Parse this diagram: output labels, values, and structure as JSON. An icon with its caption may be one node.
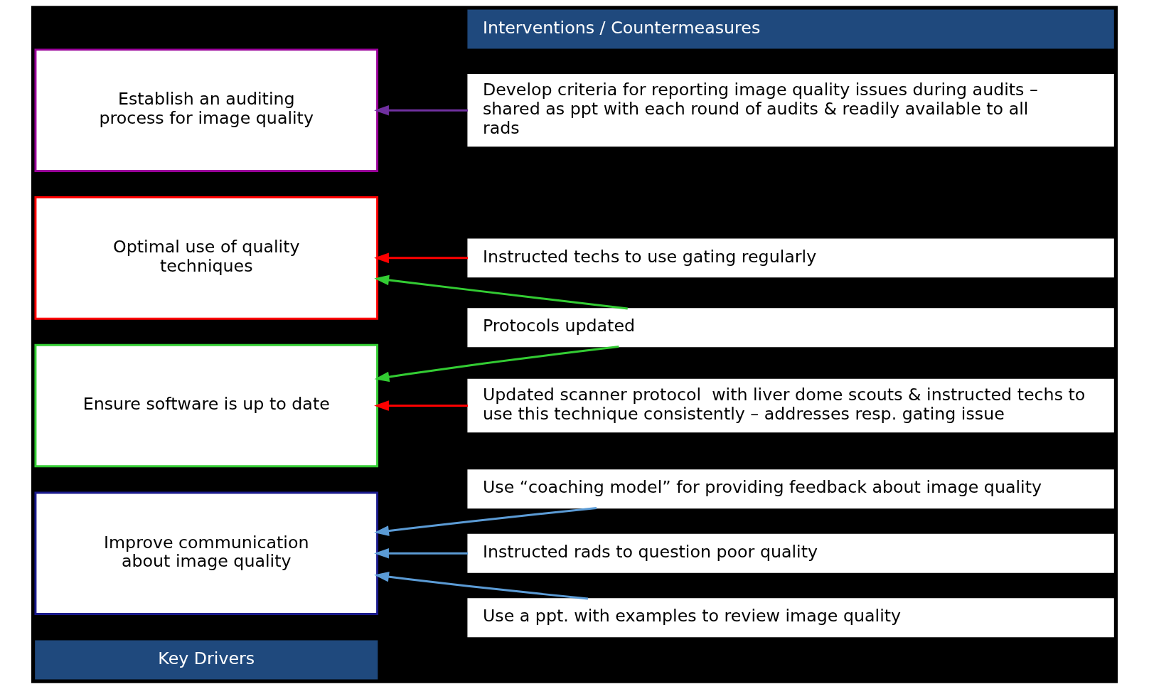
{
  "diagram": {
    "nodes": [
      {
        "text": [
          "Key Drivers"
        ]
      },
      {
        "text": [
          "Interventions / Countermeasures"
        ]
      },
      {
        "text": [
          "Improve communication about image quality"
        ]
      },
      {
        "text": [
          "Optimal use of quality techniques"
        ]
      },
      {
        "text": [
          "Ensure software is up to date"
        ]
      },
      {
        "text": [
          "Establish an auditing process for image quality"
        ]
      },
      {
        "text": [
          "Use “coaching model” for providing feedback about image quality"
        ]
      },
      {
        "text": [
          "Instructed rads to question poor quality"
        ]
      },
      {
        "text": [
          "Use a ppt. with examples to review image quality"
        ]
      },
      {
        "text": [
          "Instructed techs to use gating regularly"
        ]
      },
      {
        "text": [
          "Protocols updated"
        ]
      },
      {
        "text": [
          "Updated scanner protocol  with liver dome scouts & instructed techs to use this technique consistently – addresses resp. gating issue"
        ]
      },
      {
        "text": [
          "Develop criteria for reporting image quality issues during audits – shared as ppt with each round of audits & readily available to all rads"
        ]
      }
    ],
    "edges": [
      {
        "from": 6,
        "to": 2,
        "arrow": "to",
        "color": "#5b9bd5"
      },
      {
        "from": 7,
        "to": 2,
        "arrow": "to",
        "color": "#5b9bd5"
      },
      {
        "from": 8,
        "to": 2,
        "arrow": "to",
        "color": "#5b9bd5"
      },
      {
        "from": 9,
        "to": 3,
        "arrow": "to",
        "color": "#ff0000"
      },
      {
        "from": 10,
        "to": 3,
        "arrow": "to",
        "color": "#33cc33"
      },
      {
        "from": 10,
        "to": 4,
        "arrow": "to",
        "color": "#33cc33"
      },
      {
        "from": 11,
        "to": 4,
        "arrow": "to",
        "color": "#ff0000"
      },
      {
        "from": 12,
        "to": 5,
        "arrow": "to",
        "color": "#7030a0"
      }
    ]
  }
}
